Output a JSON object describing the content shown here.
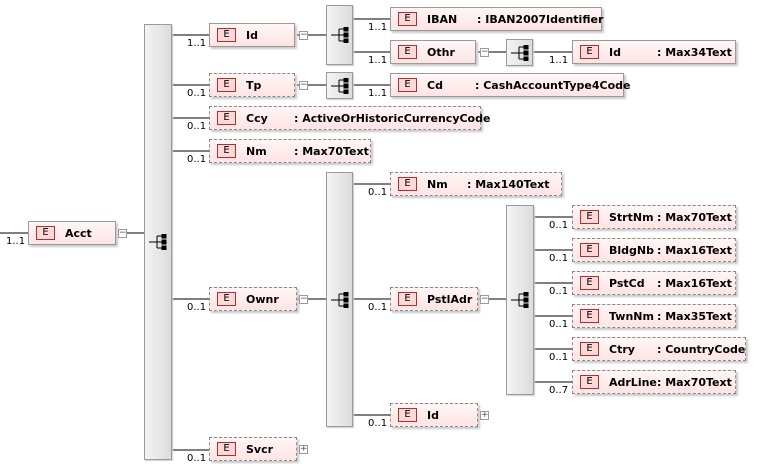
{
  "diagram": {
    "nodes": {
      "acct": {
        "name": "Acct",
        "badge": "E",
        "card": "1..1"
      },
      "id": {
        "name": "Id",
        "badge": "E",
        "card": "1..1"
      },
      "iban": {
        "name": "IBAN",
        "type": ": IBAN2007Identifier",
        "badge": "E",
        "card": "1..1"
      },
      "othr": {
        "name": "Othr",
        "badge": "E",
        "card": "1..1"
      },
      "othr_id": {
        "name": "Id",
        "type": ": Max34Text",
        "badge": "E",
        "card": "1..1"
      },
      "tp": {
        "name": "Tp",
        "badge": "E",
        "card": "0..1"
      },
      "tp_cd": {
        "name": "Cd",
        "type": ": CashAccountType4Code",
        "badge": "E",
        "card": "1..1"
      },
      "ccy": {
        "name": "Ccy",
        "type": ": ActiveOrHistoricCurrencyCode",
        "badge": "E",
        "card": "0..1"
      },
      "nm": {
        "name": "Nm",
        "type": ": Max70Text",
        "badge": "E",
        "card": "0..1"
      },
      "ownr": {
        "name": "Ownr",
        "badge": "E",
        "card": "0..1"
      },
      "ownr_nm": {
        "name": "Nm",
        "type": ": Max140Text",
        "badge": "E",
        "card": "0..1"
      },
      "pstladr": {
        "name": "PstlAdr",
        "badge": "E",
        "card": "0..1"
      },
      "strtnm": {
        "name": "StrtNm",
        "type": ": Max70Text",
        "badge": "E",
        "card": "0..1"
      },
      "bldgnb": {
        "name": "BldgNb",
        "type": ": Max16Text",
        "badge": "E",
        "card": "0..1"
      },
      "pstcd": {
        "name": "PstCd",
        "type": ": Max16Text",
        "badge": "E",
        "card": "0..1"
      },
      "twnnm": {
        "name": "TwnNm",
        "type": ": Max35Text",
        "badge": "E",
        "card": "0..1"
      },
      "ctry": {
        "name": "Ctry",
        "type": ": CountryCode",
        "badge": "E",
        "card": "0..1"
      },
      "adrline": {
        "name": "AdrLine",
        "type": ": Max70Text",
        "badge": "E",
        "card": "0..7"
      },
      "ownr_id": {
        "name": "Id",
        "badge": "E",
        "card": "0..1"
      },
      "svcr": {
        "name": "Svcr",
        "badge": "E",
        "card": "0..1"
      }
    },
    "collapse_symbol": "−",
    "expand_symbol": "+"
  }
}
